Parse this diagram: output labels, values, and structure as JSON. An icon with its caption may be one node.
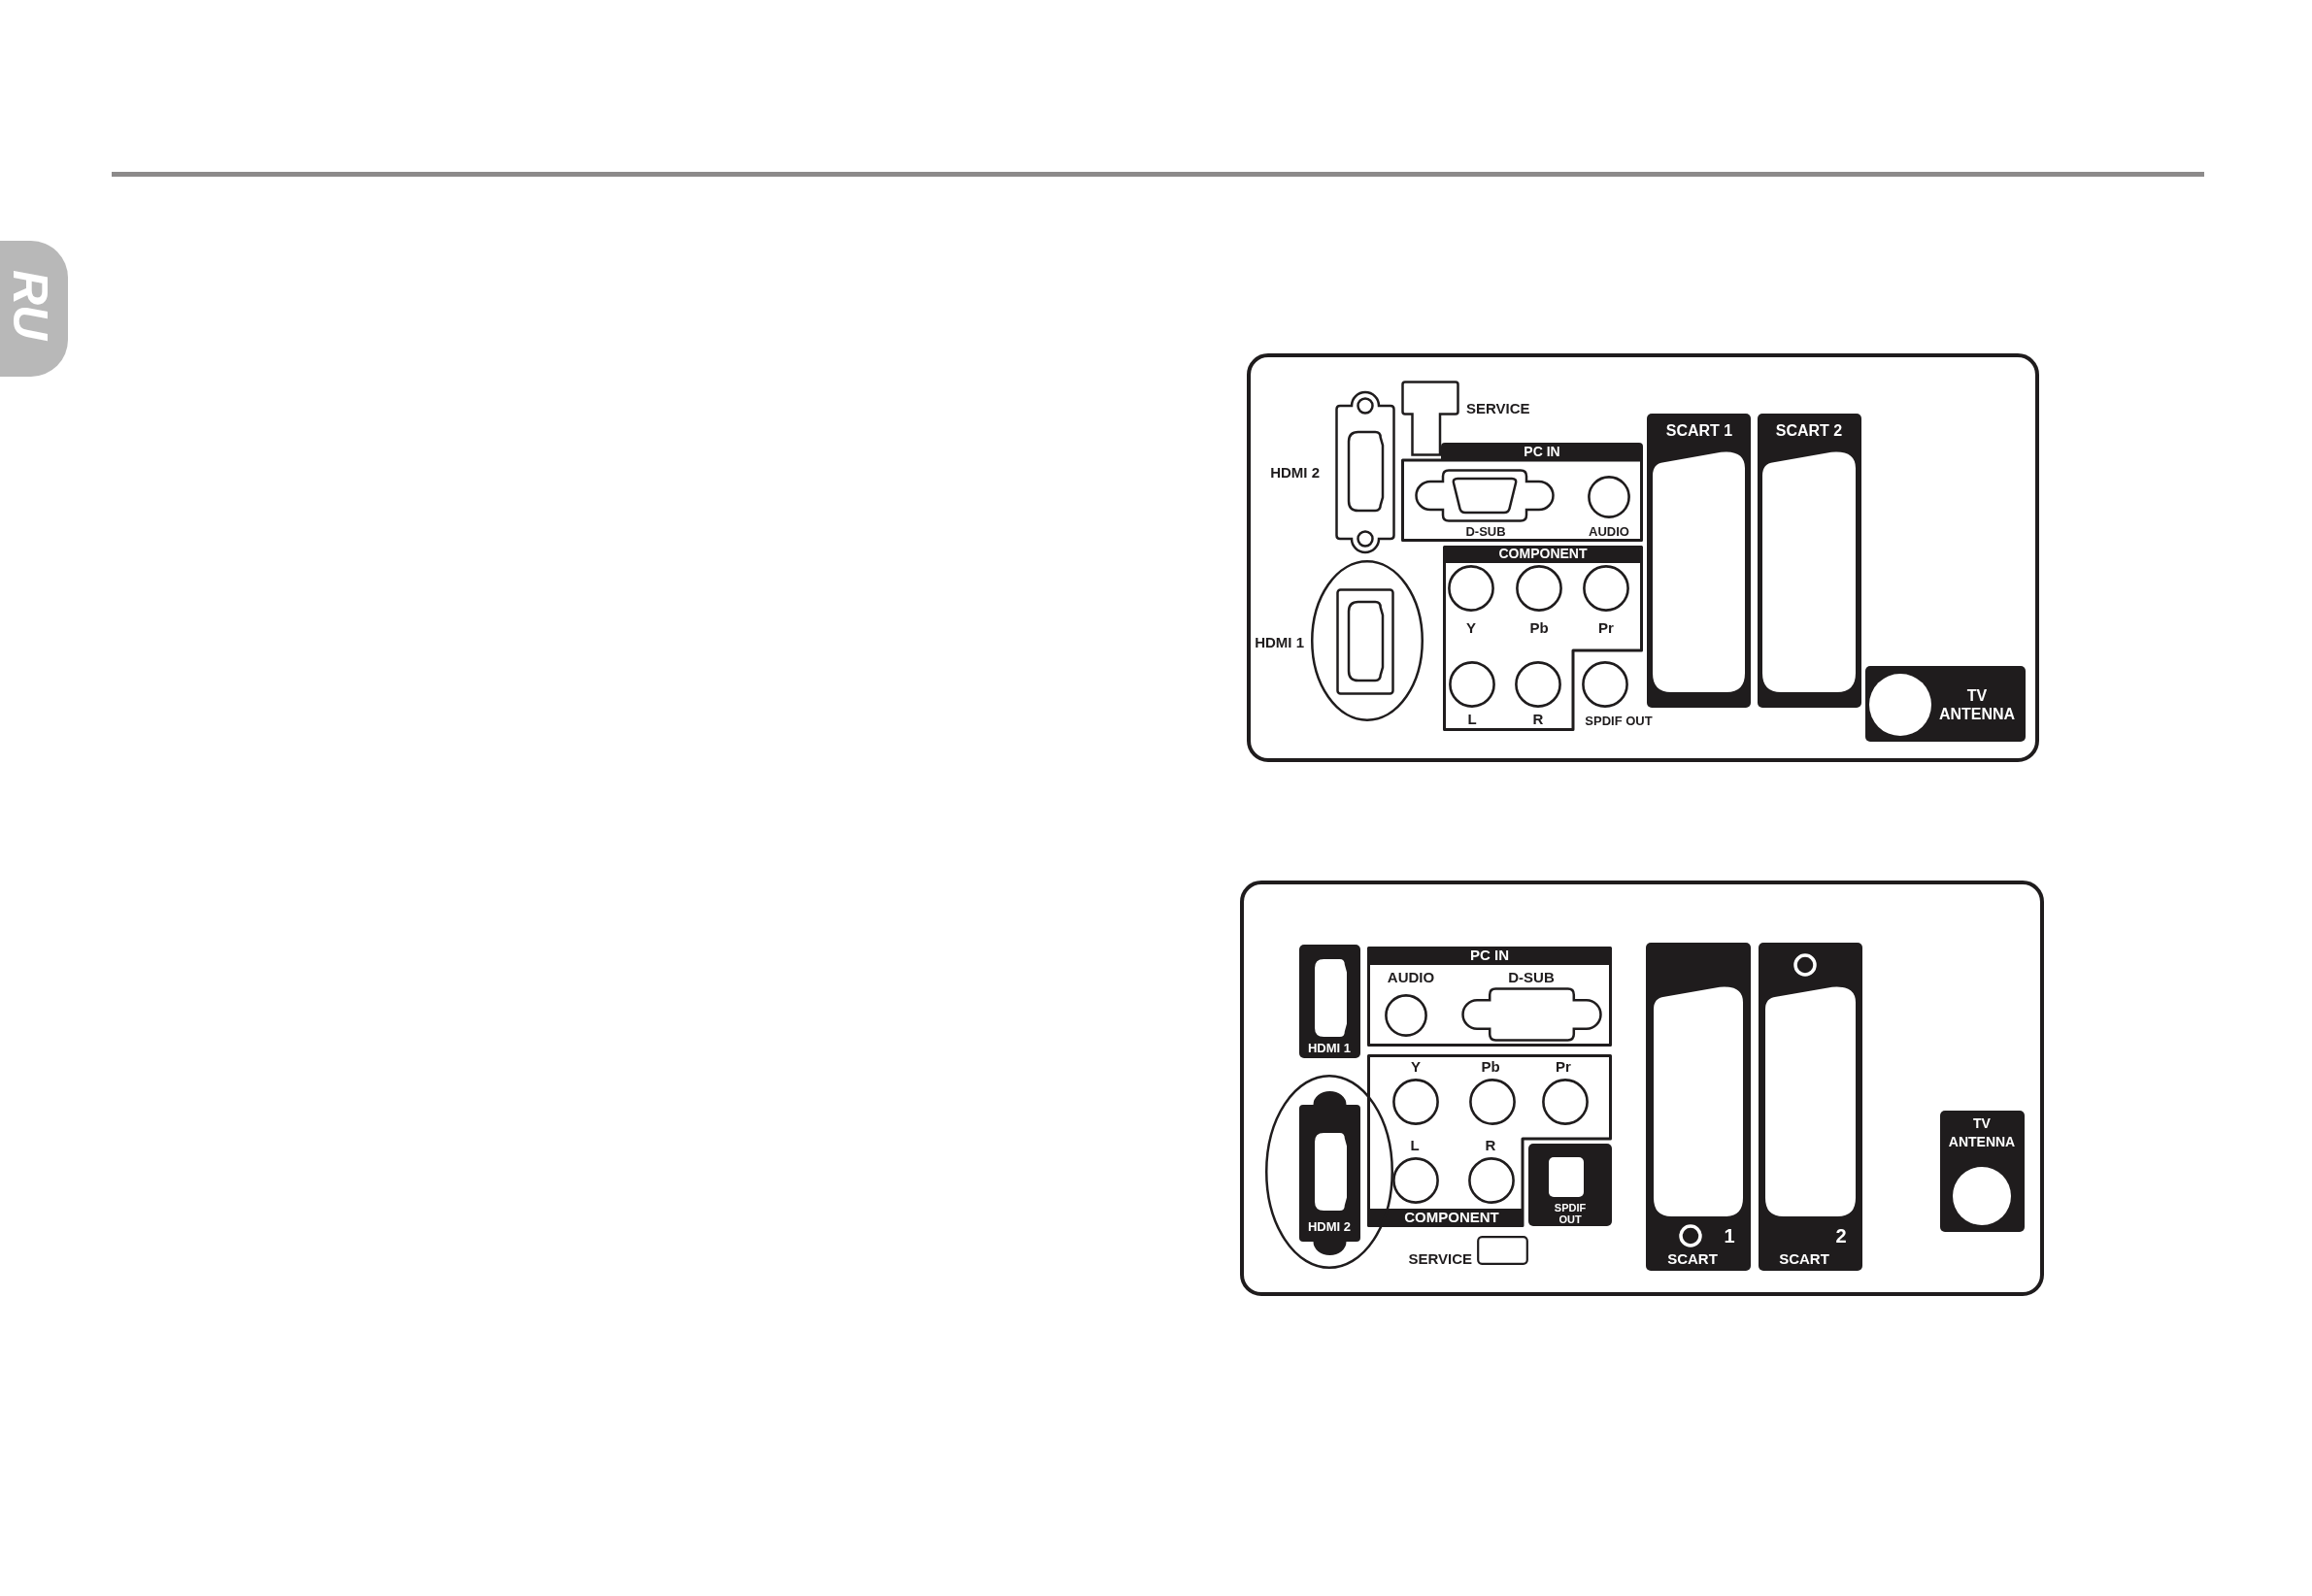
{
  "diagram": {
    "nodes": [
      {
        "text": [
          "RU"
        ]
      },
      {
        "text": [],
        "shape": "box"
      },
      {
        "text": [
          "PC IN",
          "D-SUB",
          "AUDIO"
        ],
        "in": 1
      },
      {
        "text": [
          "COMPONENT",
          "Y",
          "Pb",
          "Pr",
          "L",
          "R"
        ],
        "in": 1
      },
      {
        "text": [
          "SCART 1"
        ],
        "in": 1
      },
      {
        "text": [
          "SCART 2"
        ],
        "in": 1
      },
      {
        "text": [
          "TV ANTENNA"
        ],
        "in": 1
      },
      {
        "text": [],
        "shape": "box"
      },
      {
        "text": [
          "HDMI 1"
        ],
        "in": 7
      },
      {
        "text": [
          "PC IN",
          "AUDIO",
          "D-SUB"
        ],
        "in": 7
      },
      {
        "text": [
          "Y",
          "Pb",
          "Pr",
          "L",
          "R",
          "COMPONENT"
        ],
        "in": 7
      },
      {
        "text": [
          "HDMI 2"
        ],
        "in": 7
      },
      {
        "text": [
          "SPDIF OUT"
        ],
        "in": 7
      },
      {
        "text": [
          "1",
          "SCART"
        ],
        "in": 7
      },
      {
        "text": [
          "2",
          "SCART"
        ],
        "in": 7
      },
      {
        "text": [
          "TV ANTENNA"
        ],
        "in": 7
      }
    ],
    "labels": [
      "SERVICE",
      "HDMI 2",
      "HDMI 1",
      "SPDIF OUT",
      "SERVICE"
    ]
  }
}
